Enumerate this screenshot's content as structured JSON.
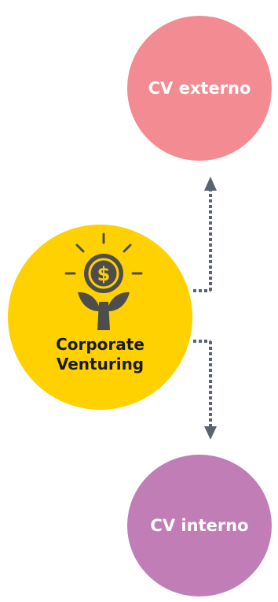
{
  "nodes": {
    "external": {
      "label": "CV externo",
      "color": "#f28b92"
    },
    "center": {
      "label": "Corporate\nVenturing",
      "color": "#ffd100",
      "icon": "money-plant-icon"
    },
    "internal": {
      "label": "CV interno",
      "color": "#c07db6"
    }
  },
  "connectors": {
    "color": "#5a6470",
    "style": "dotted",
    "links": [
      {
        "from": "center",
        "to": "external",
        "arrow": "up"
      },
      {
        "from": "center",
        "to": "internal",
        "arrow": "down"
      }
    ]
  }
}
